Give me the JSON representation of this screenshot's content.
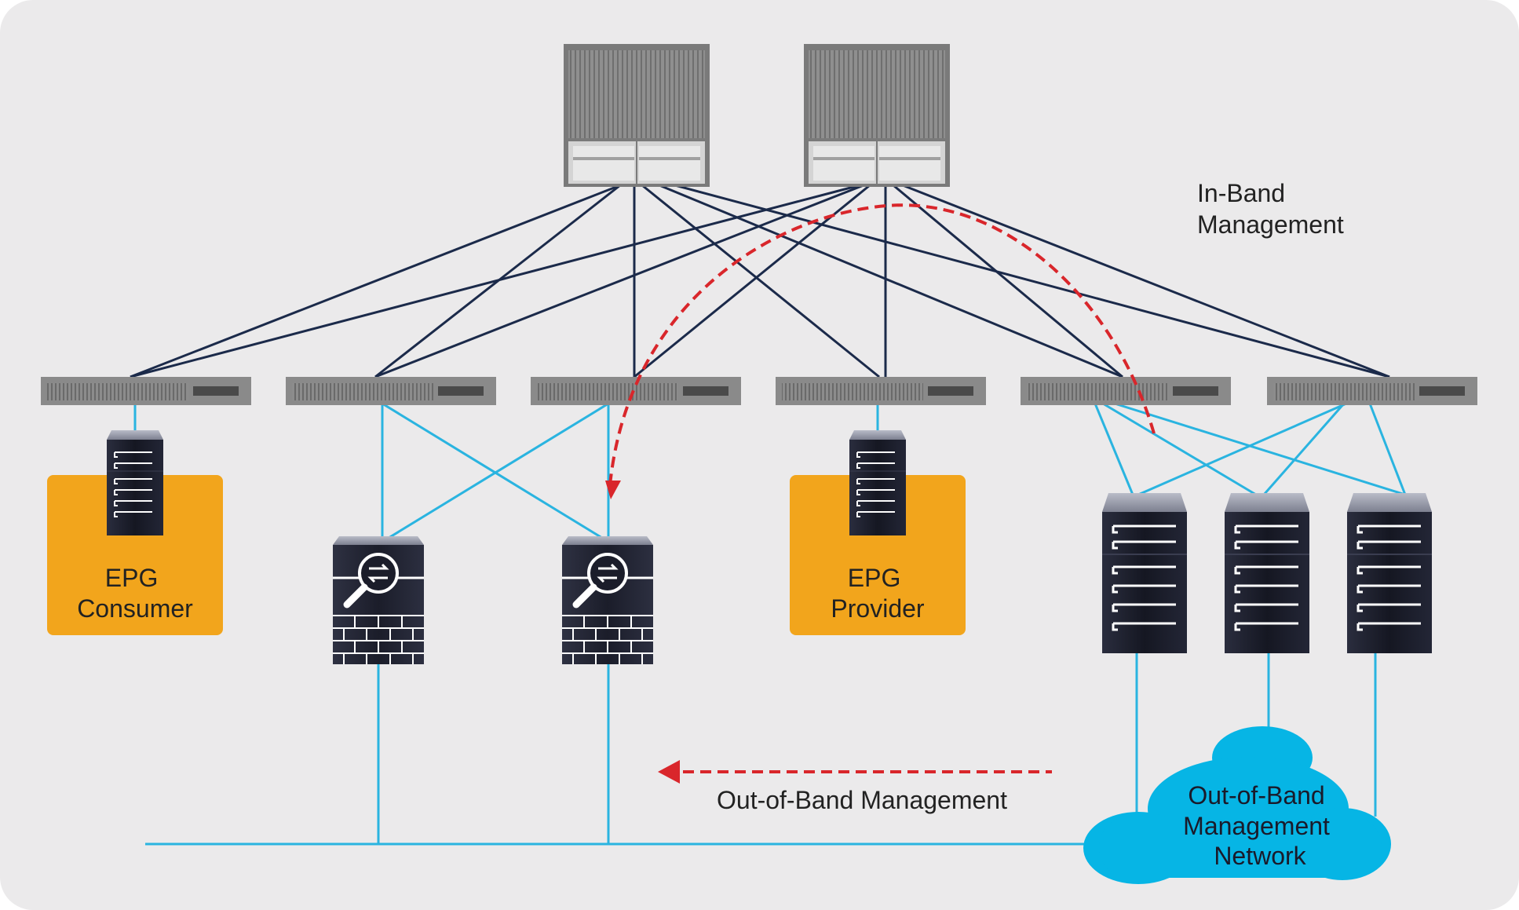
{
  "labels": {
    "in_band": [
      "In-Band",
      "Management"
    ],
    "epg_consumer": [
      "EPG",
      "Consumer"
    ],
    "epg_provider": [
      "EPG",
      "Provider"
    ],
    "out_of_band": "Out-of-Band Management",
    "oob_network": [
      "Out-of-Band",
      "Management",
      "Network"
    ]
  },
  "colors": {
    "background": "#ebeaeb",
    "fabric_link": "#1b2a4a",
    "access_link": "#2ab4e0",
    "flow_arrow": "#d9262b",
    "epg_box": "#f2a51c",
    "cloud": "#06b5e5",
    "device_dark": "#1c1e2c"
  },
  "icons": {
    "spine": "spine-switch-icon",
    "leaf": "leaf-switch-icon",
    "server": "server-icon",
    "firewall": "firewall-icon",
    "cloud": "cloud-icon"
  }
}
